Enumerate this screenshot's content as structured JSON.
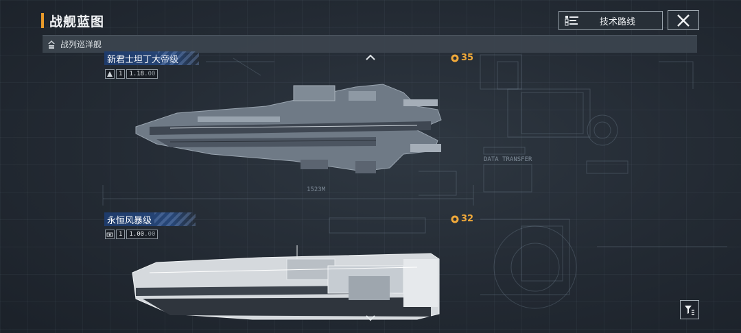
{
  "header": {
    "title": "战舰蓝图"
  },
  "toolbar": {
    "tech_route_label": "技术路线"
  },
  "category": {
    "label": "战列巡洋舰"
  },
  "blueprint_labels": {
    "data_transfer": "DATA TRANSFER",
    "length": "1523M"
  },
  "ships": [
    {
      "name": "新君士坦丁大帝级",
      "tier": "1",
      "version": "1.18",
      "sub": ".00",
      "cost": "35"
    },
    {
      "name": "永恒风暴级",
      "tier": "1",
      "version": "1.00",
      "sub": ".00",
      "cost": "32"
    }
  ],
  "colors": {
    "accent_orange": "#e89a2a",
    "cost_gold": "#f0a93a",
    "name_banner_blue": "#284b82"
  },
  "icons": {
    "tech_route": "tech-tree-icon",
    "close": "close-x-icon",
    "category": "rank-chevron-icon",
    "filter": "filter-icon",
    "cost": "resource-coin-icon",
    "scroll_up": "chevron-up-icon",
    "scroll_down": "chevron-down-icon"
  }
}
